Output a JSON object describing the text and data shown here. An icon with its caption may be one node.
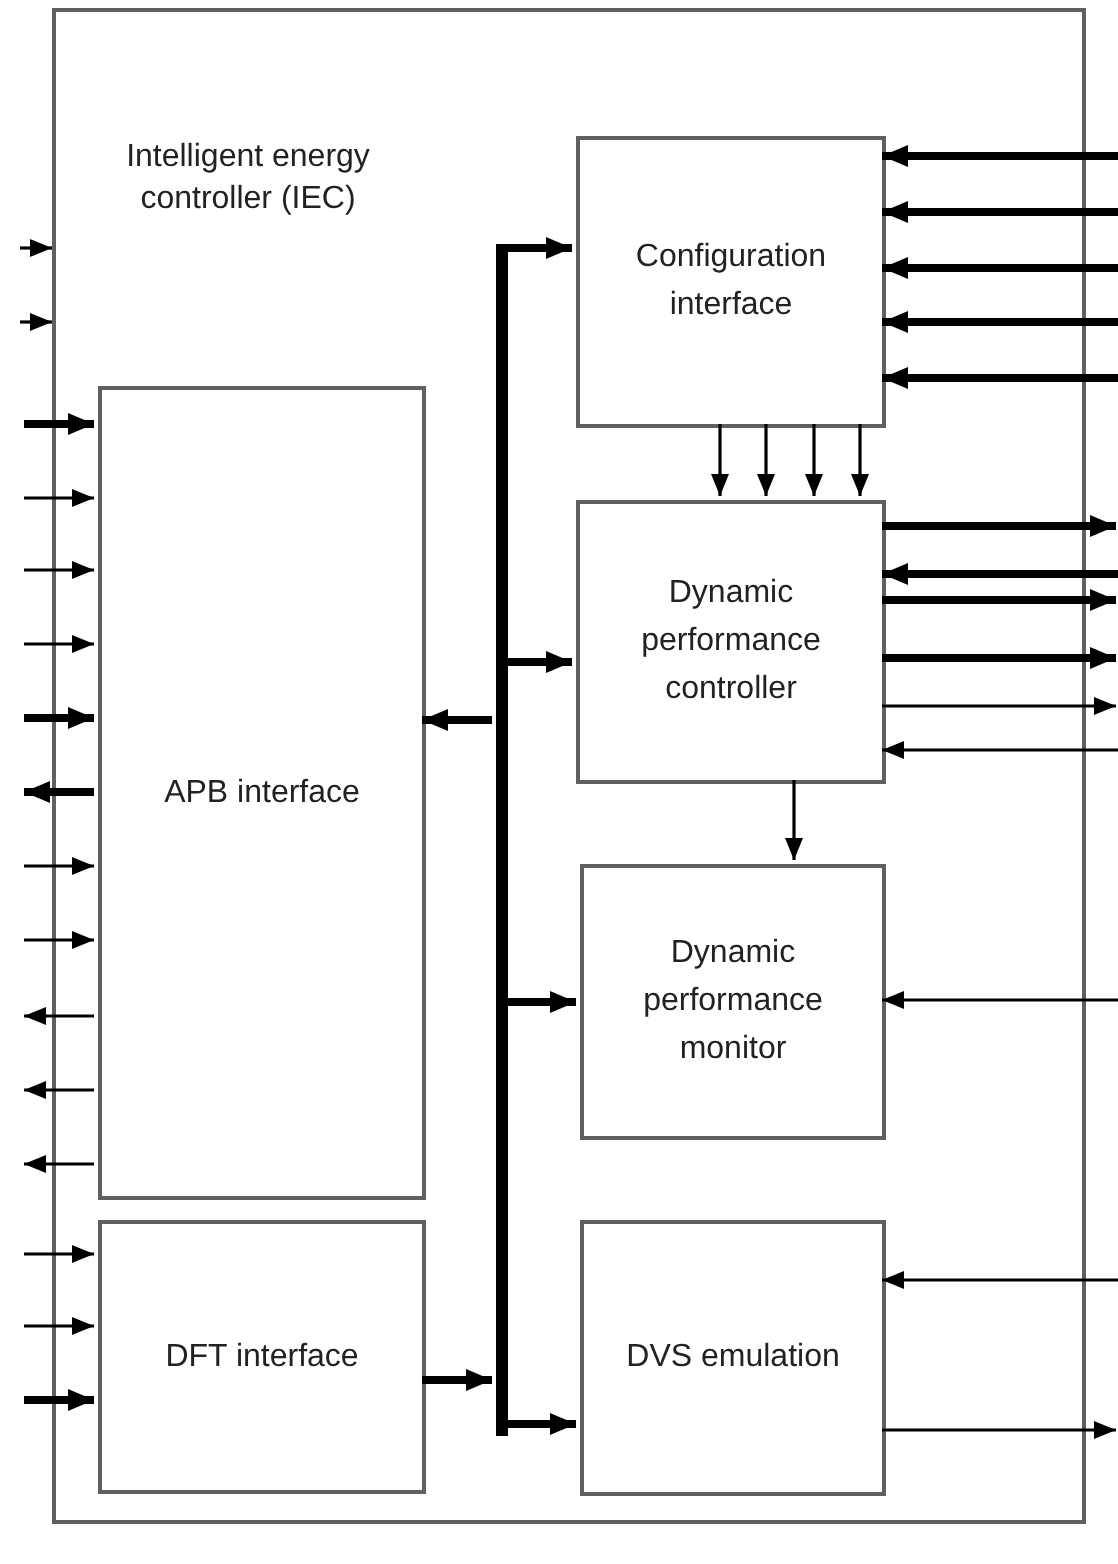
{
  "diagram": {
    "nodes": [
      {
        "text": [
          "Intelligent energy controller (IEC)"
        ]
      },
      {
        "text": [
          "Configuration interface"
        ],
        "in": 0
      },
      {
        "text": [
          "Dynamic performance controller"
        ],
        "in": 0
      },
      {
        "text": [
          "APB interface"
        ],
        "in": 0
      },
      {
        "text": [
          "Dynamic performance monitor"
        ],
        "in": 0
      },
      {
        "text": [
          "DFT interface"
        ],
        "in": 0
      },
      {
        "text": [
          "DVS emulation"
        ],
        "in": 0
      },
      {
        "text": [],
        "shape": "bar",
        "in": 0
      }
    ],
    "edges": [
      {
        "from": null,
        "to": 0,
        "arrow": "to"
      },
      {
        "from": null,
        "to": 0,
        "arrow": "to"
      },
      {
        "from": null,
        "to": 3,
        "arrow": "to",
        "style": "thick"
      },
      {
        "from": null,
        "to": 3,
        "arrow": "to"
      },
      {
        "from": null,
        "to": 3,
        "arrow": "to"
      },
      {
        "from": null,
        "to": 3,
        "arrow": "to"
      },
      {
        "from": null,
        "to": 3,
        "arrow": "to",
        "style": "thick"
      },
      {
        "from": 3,
        "to": null,
        "arrow": "to",
        "style": "thick"
      },
      {
        "from": null,
        "to": 3,
        "arrow": "to"
      },
      {
        "from": null,
        "to": 3,
        "arrow": "to"
      },
      {
        "from": 3,
        "to": null,
        "arrow": "to"
      },
      {
        "from": 3,
        "to": null,
        "arrow": "to"
      },
      {
        "from": 3,
        "to": null,
        "arrow": "to"
      },
      {
        "from": null,
        "to": 5,
        "arrow": "to"
      },
      {
        "from": null,
        "to": 5,
        "arrow": "to"
      },
      {
        "from": null,
        "to": 5,
        "arrow": "to",
        "style": "thick"
      },
      {
        "from": null,
        "to": 1,
        "arrow": "to",
        "style": "thick"
      },
      {
        "from": null,
        "to": 1,
        "arrow": "to",
        "style": "thick"
      },
      {
        "from": null,
        "to": 1,
        "arrow": "to",
        "style": "thick"
      },
      {
        "from": null,
        "to": 1,
        "arrow": "to",
        "style": "thick"
      },
      {
        "from": null,
        "to": 1,
        "arrow": "to",
        "style": "thick"
      },
      {
        "from": 2,
        "to": null,
        "arrow": "to",
        "style": "thick"
      },
      {
        "from": null,
        "to": 2,
        "arrow": "to",
        "style": "thick"
      },
      {
        "from": 2,
        "to": null,
        "arrow": "to",
        "style": "thick"
      },
      {
        "from": 2,
        "to": null,
        "arrow": "to",
        "style": "thick"
      },
      {
        "from": 2,
        "to": null,
        "arrow": "to"
      },
      {
        "from": null,
        "to": 2,
        "arrow": "to"
      },
      {
        "from": null,
        "to": 4,
        "arrow": "to"
      },
      {
        "from": null,
        "to": 6,
        "arrow": "to"
      },
      {
        "from": 6,
        "to": null,
        "arrow": "to"
      },
      {
        "from": 5,
        "to": 7,
        "arrow": "to",
        "style": "thick"
      },
      {
        "from": 7,
        "to": 1,
        "arrow": "to",
        "style": "thick"
      },
      {
        "from": 7,
        "to": 2,
        "arrow": "to",
        "style": "thick"
      },
      {
        "from": 7,
        "to": 3,
        "arrow": "to",
        "style": "thick"
      },
      {
        "from": 7,
        "to": 4,
        "arrow": "to",
        "style": "thick"
      },
      {
        "from": 7,
        "to": 6,
        "arrow": "to",
        "style": "thick"
      },
      {
        "from": 1,
        "to": 2,
        "arrow": "to"
      },
      {
        "from": 1,
        "to": 2,
        "arrow": "to"
      },
      {
        "from": 1,
        "to": 2,
        "arrow": "to"
      },
      {
        "from": 1,
        "to": 2,
        "arrow": "to"
      },
      {
        "from": 2,
        "to": 4,
        "arrow": "to"
      }
    ]
  }
}
